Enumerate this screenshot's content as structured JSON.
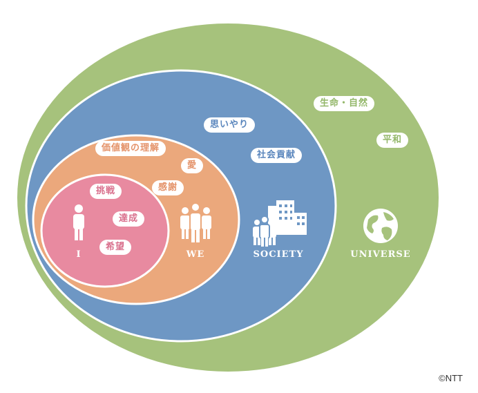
{
  "rings": {
    "universe": {
      "label": "UNIVERSE",
      "color": "#a6c27c",
      "tags": [
        "生命・自然",
        "平和"
      ]
    },
    "society": {
      "label": "SOCIETY",
      "color": "#6e97c4",
      "tags": [
        "思いやり",
        "社会貢献"
      ]
    },
    "we": {
      "label": "WE",
      "color": "#eba87c",
      "tags": [
        "価値観の理解",
        "愛",
        "感謝"
      ]
    },
    "i": {
      "label": "I",
      "color": "#e88aa0",
      "tags": [
        "挑戦",
        "達成",
        "希望"
      ]
    }
  },
  "icons": {
    "i": "person-icon",
    "we": "group-of-people-icon",
    "society": "city-buildings-icon",
    "universe": "globe-icon"
  },
  "copyright": "©NTT"
}
